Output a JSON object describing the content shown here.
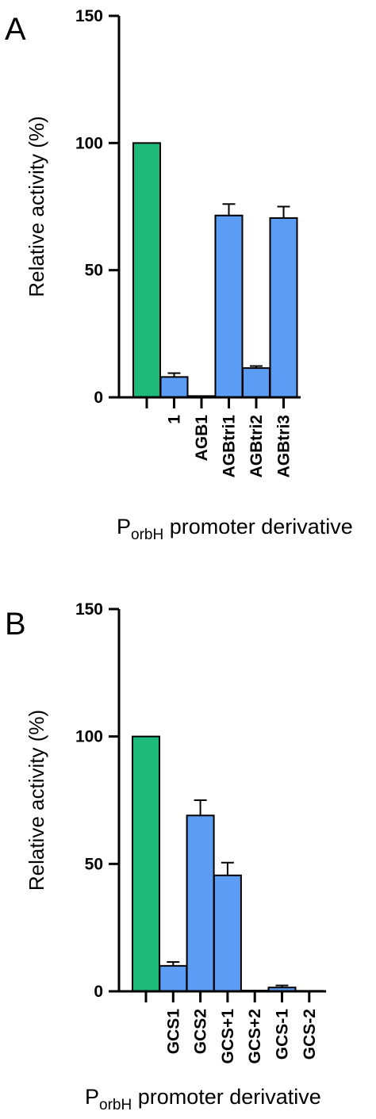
{
  "chart_data": [
    {
      "type": "bar",
      "panel": "A",
      "ylabel": "Relative activity (%)",
      "xlabel": {
        "main": "P",
        "sub": "orbH",
        "rest": " promoter derivative"
      },
      "ylim": [
        0,
        150
      ],
      "yticks": [
        0,
        50,
        100,
        150
      ],
      "categories": [
        "",
        "1",
        "AGB1",
        "AGBtri1",
        "AGBtri2",
        "AGBtri3"
      ],
      "values": [
        100,
        8,
        0.5,
        71.5,
        11.5,
        70.5
      ],
      "errors": [
        0,
        1.5,
        0,
        4.5,
        0.8,
        4.5
      ],
      "colors": [
        "#1dba7a",
        "#5b9cf5",
        "#5b9cf5",
        "#5b9cf5",
        "#5b9cf5",
        "#5b9cf5"
      ],
      "grid": false,
      "legend": "none"
    },
    {
      "type": "bar",
      "panel": "B",
      "ylabel": "Relative activity (%)",
      "xlabel": {
        "main": "P",
        "sub": "orbH",
        "rest": " promoter derivative"
      },
      "ylim": [
        0,
        150
      ],
      "yticks": [
        0,
        50,
        100,
        150
      ],
      "categories": [
        "",
        "GCS1",
        "GCS2",
        "GCS+1",
        "GCS+2",
        "GCS-1",
        "GCS-2"
      ],
      "values": [
        100,
        10,
        69,
        45.5,
        0.3,
        1.5,
        0.2
      ],
      "errors": [
        0,
        1.5,
        6,
        5,
        0,
        0.8,
        0
      ],
      "colors": [
        "#1dba7a",
        "#5b9cf5",
        "#5b9cf5",
        "#5b9cf5",
        "#5b9cf5",
        "#5b9cf5",
        "#5b9cf5"
      ],
      "grid": false,
      "legend": "none"
    }
  ]
}
